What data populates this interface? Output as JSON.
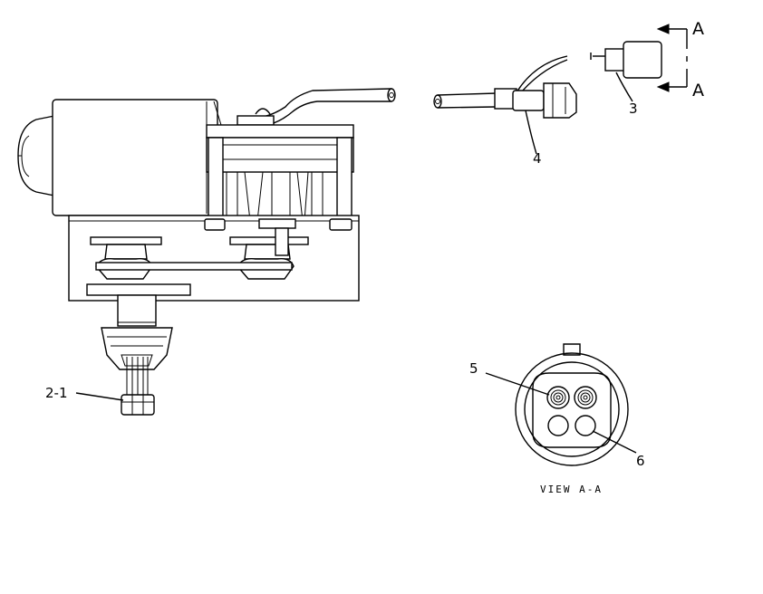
{
  "callouts": {
    "part_2_1": "2-1",
    "part_3": "3",
    "part_4": "4",
    "part_5": "5",
    "part_6": "6"
  },
  "section_markers": {
    "top": "A",
    "bottom": "A"
  },
  "view_caption": "VIEW A-A"
}
